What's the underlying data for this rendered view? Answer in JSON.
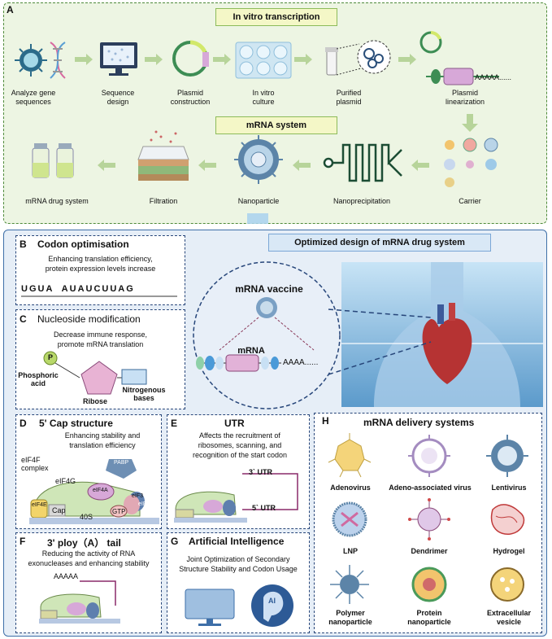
{
  "panel_a": {
    "letter": "A",
    "in_vitro_title": "In vitro transcription",
    "mrna_system_title": "mRNA system",
    "steps_top": [
      "Analyze gene\nsequences",
      "Sequence\ndesign",
      "Plasmid\nconstruction",
      "In vitro\nculture",
      "Purified\nplasmid",
      "Plasmid\nlinearization"
    ],
    "steps_bottom": [
      "mRNA drug system",
      "Filtration",
      "Nanoparticle",
      "Nanoprecipitation",
      "Carrier"
    ],
    "polya": "AAAAA......"
  },
  "optimized_title": "Optimized design of mRNA drug system",
  "center": {
    "vaccine": "mRNA vaccine",
    "mrna": "mRNA",
    "polya": "AAAA......"
  },
  "panel_b": {
    "letter": "B",
    "title": "Codon optimisation",
    "text": "Enhancing translation efficiency,\nprotein expression levels increase",
    "sequence": "UGUA  AUAUCUUAG"
  },
  "panel_c": {
    "letter": "C",
    "title": "Nucleoside modification",
    "text": "Decrease immune response,\npromote mRNA translation",
    "p": "P",
    "phosphoric": "Phosphoric\nacid",
    "ribose": "Ribose",
    "bases": "Nitrogenous\nbases"
  },
  "panel_d": {
    "letter": "D",
    "title": "5' Cap structure",
    "text": "Enhancing stability and\ntranslation efficiency",
    "complex": "eIF4F\ncomplex",
    "labels": [
      "PABP",
      "eIF4G",
      "eIF4A",
      "eIF3",
      "eIF2",
      "GTP",
      "eIF4E",
      "Cap",
      "40S"
    ]
  },
  "panel_e": {
    "letter": "E",
    "title": "UTR",
    "text": "Affects the recruitment of\nribosomes, scanning, and\nrecognition of the start codon",
    "utr3": "3` UTR",
    "utr5": "5` UTR"
  },
  "panel_f": {
    "letter": "F",
    "title": "3' ploy（A） tail",
    "text": "Reducing the activity of RNA\nexonucleases and enhancing stability",
    "polya": "AAAAA"
  },
  "panel_g": {
    "letter": "G",
    "title": "Artificial Intelligence",
    "text": "Joint Optimization of Secondary\nStructure Stability and Codon Usage",
    "ai": "AI"
  },
  "panel_h": {
    "letter": "H",
    "title": "mRNA delivery systems",
    "items": [
      "Adenovirus",
      "Adeno-associated virus",
      "Lentivirus",
      "LNP",
      "Dendrimer",
      "Hydrogel",
      "Polymer\nnanoparticle",
      "Protein\nnanoparticle",
      "Extracellular\nvesicle"
    ]
  },
  "colors": {
    "panel_a_bg": "#edf5e3",
    "panel_b_bg": "#e6eef7",
    "border_blue": "#27467a",
    "border_green": "#4e8a3a"
  }
}
